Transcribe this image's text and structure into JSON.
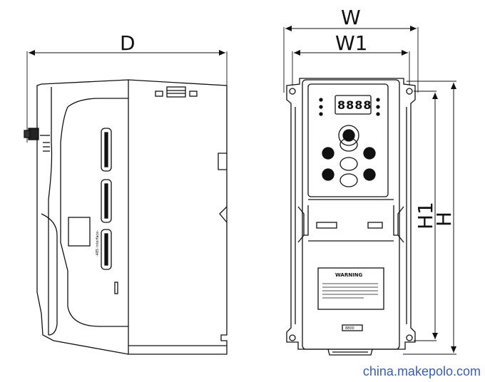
{
  "dimensions": {
    "depth": "D",
    "width_overall": "W",
    "width_mount": "W1",
    "height_mount": "H1",
    "height_overall": "H"
  },
  "side_view": {
    "interface_label": "-485 interface-"
  },
  "front_view": {
    "led_display": "8888",
    "warning_title": "WARNING",
    "nameplate": "8800"
  },
  "watermark": "china.makepolo.com"
}
